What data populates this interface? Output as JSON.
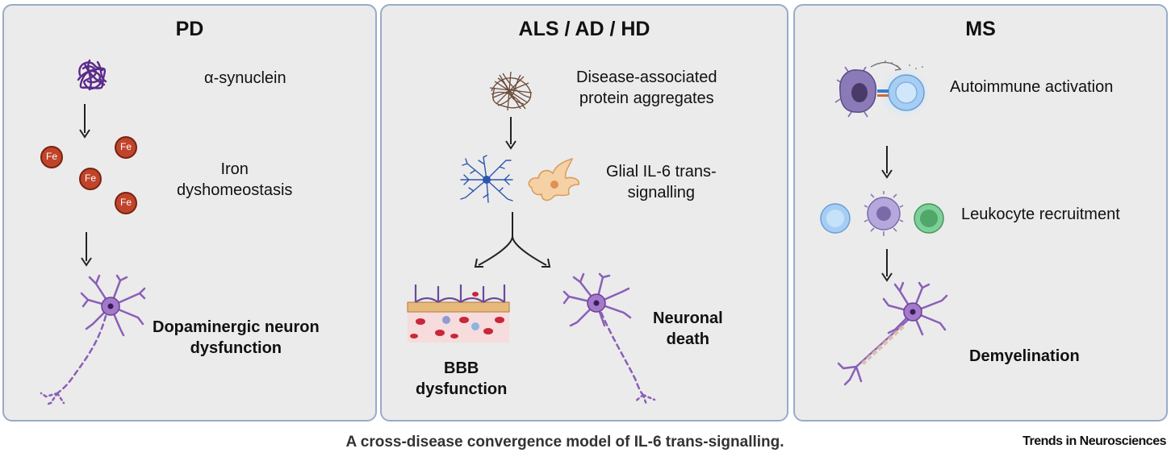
{
  "panels": {
    "pd": {
      "title": "PD",
      "steps": [
        "α-synuclein",
        "Iron",
        "dyshomeostasis"
      ],
      "fe_label": "Fe",
      "outcome": [
        "Dopaminergic neuron",
        "dysfunction"
      ]
    },
    "als": {
      "title": "ALS / AD / HD",
      "steps": [
        "Disease-associated",
        "protein aggregates",
        "Glial IL-6 trans-",
        "signalling"
      ],
      "outcome_bbb": [
        "BBB",
        "dysfunction"
      ],
      "outcome_death": [
        "Neuronal",
        "death"
      ]
    },
    "ms": {
      "title": "MS",
      "steps": [
        "Autoimmune activation",
        "Leukocyte recruitment"
      ],
      "outcome": "Demyelination"
    }
  },
  "caption": "A cross-disease convergence model of IL-6 trans-signalling.",
  "journal": "Trends in Neurosciences",
  "colors": {
    "panel_bg": "#ebebeb",
    "panel_border": "#98abc9",
    "neuron": "#8a5fb8",
    "iron": "#c0442a",
    "astrocyte": "#2c55b0",
    "microglia": "#f2c08a",
    "t_cell": "#9ec7f0",
    "b_cell": "#6fc08a"
  }
}
